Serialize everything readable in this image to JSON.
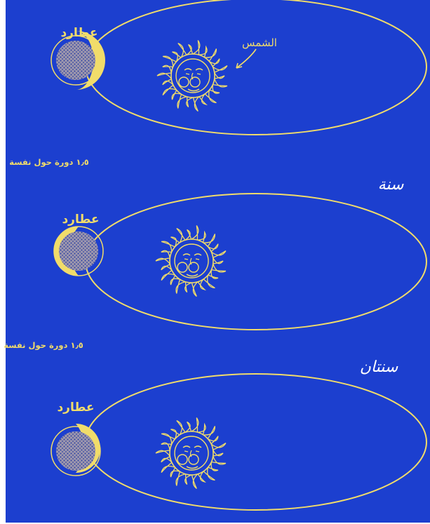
{
  "colors": {
    "background": "#1c3fcf",
    "line": "#f1dc6a",
    "planet_fill": "#9c96ad",
    "planet_dots": "#2d3fa0",
    "frame": "#ffffff"
  },
  "panels": [
    {
      "planet_label": "عطارد",
      "sun_label": "الشمس"
    },
    {
      "planet_label": "عطارد"
    },
    {
      "planet_label": "عطارد"
    }
  ],
  "rotation_notes": [
    "١٫٥ دورة حول نفسة",
    "١٫٥ دورة حول نفسة"
  ],
  "period_labels": [
    "سنة",
    "سنتان"
  ]
}
